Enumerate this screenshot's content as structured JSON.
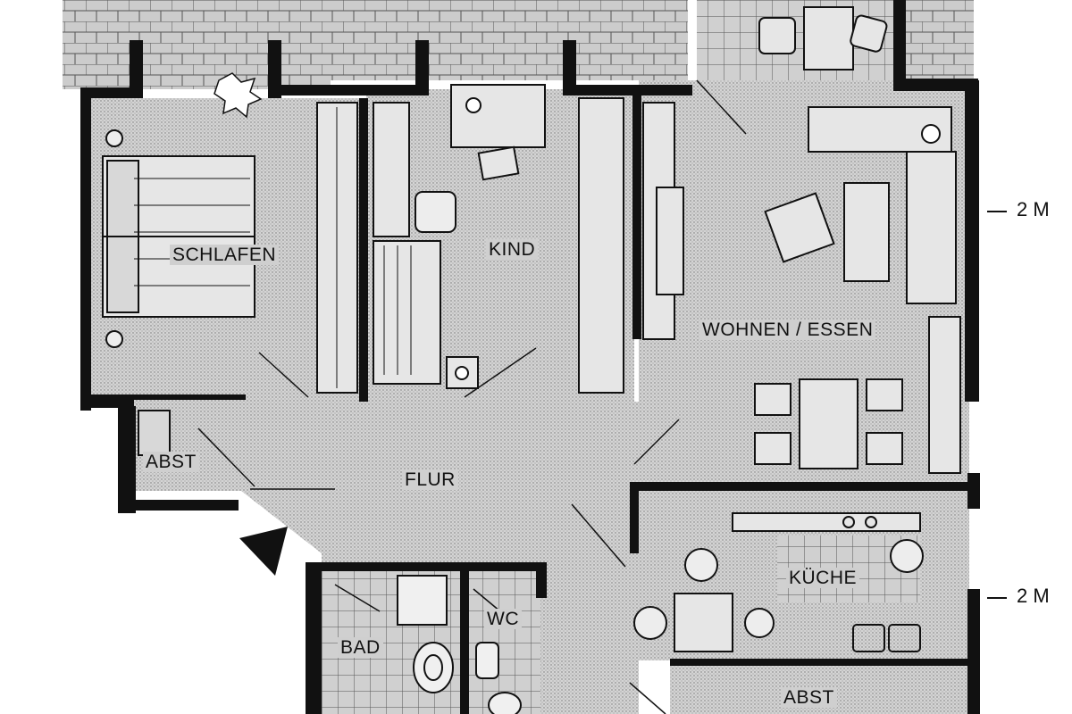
{
  "rooms": {
    "schlafen": "SCHLAFEN",
    "kind": "KIND",
    "wohnen_essen": "WOHNEN / ESSEN",
    "abst_left": "ABST",
    "flur": "FLUR",
    "kueche": "KÜCHE",
    "bad": "BAD",
    "wc": "WC",
    "abst_bottom": "ABST"
  },
  "scale_markers": {
    "upper": "2 M",
    "lower": "2 M"
  },
  "colors": {
    "wall": "#111111",
    "floor": "#c9c9c9",
    "tile_grid": "#555555",
    "furniture": "#e6e6e6"
  }
}
